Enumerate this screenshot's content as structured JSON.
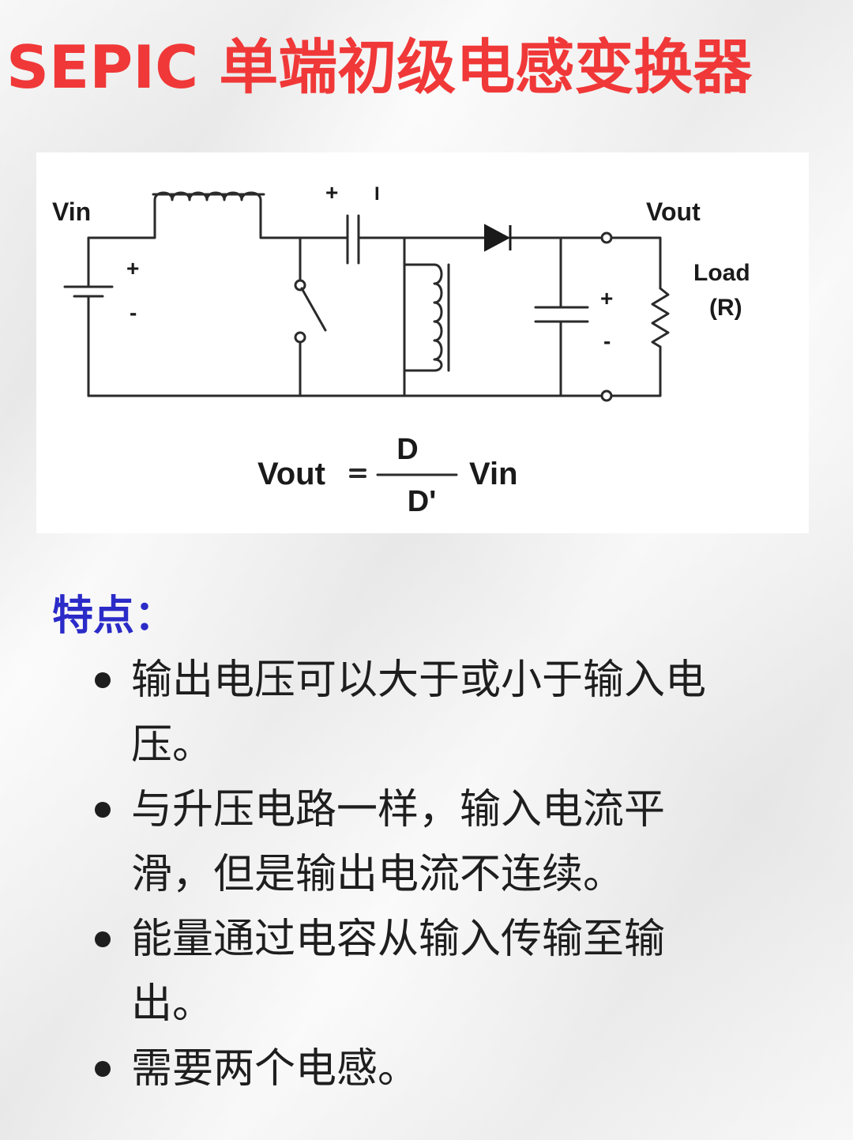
{
  "title": "SEPIC 单端初级电感变换器",
  "diagram": {
    "labels": {
      "vin": "Vin",
      "vout": "Vout",
      "load": "Load",
      "load_r": "(R)",
      "cap_plus": "+",
      "cap_minus": "I",
      "src_plus": "+",
      "src_minus": "-",
      "out_plus": "+",
      "out_minus": "-"
    },
    "formula": {
      "lhs": "Vout",
      "equals": "=",
      "numerator": "D",
      "denominator": "D'",
      "rhs": "Vin"
    }
  },
  "features": {
    "heading": "特点：",
    "items": [
      "输出电压可以大于或小于输入电压。",
      "与升压电路一样，输入电流平滑，但是输出电流不连续。",
      "能量通过电容从输入传输至输出。",
      "需要两个电感。"
    ]
  }
}
